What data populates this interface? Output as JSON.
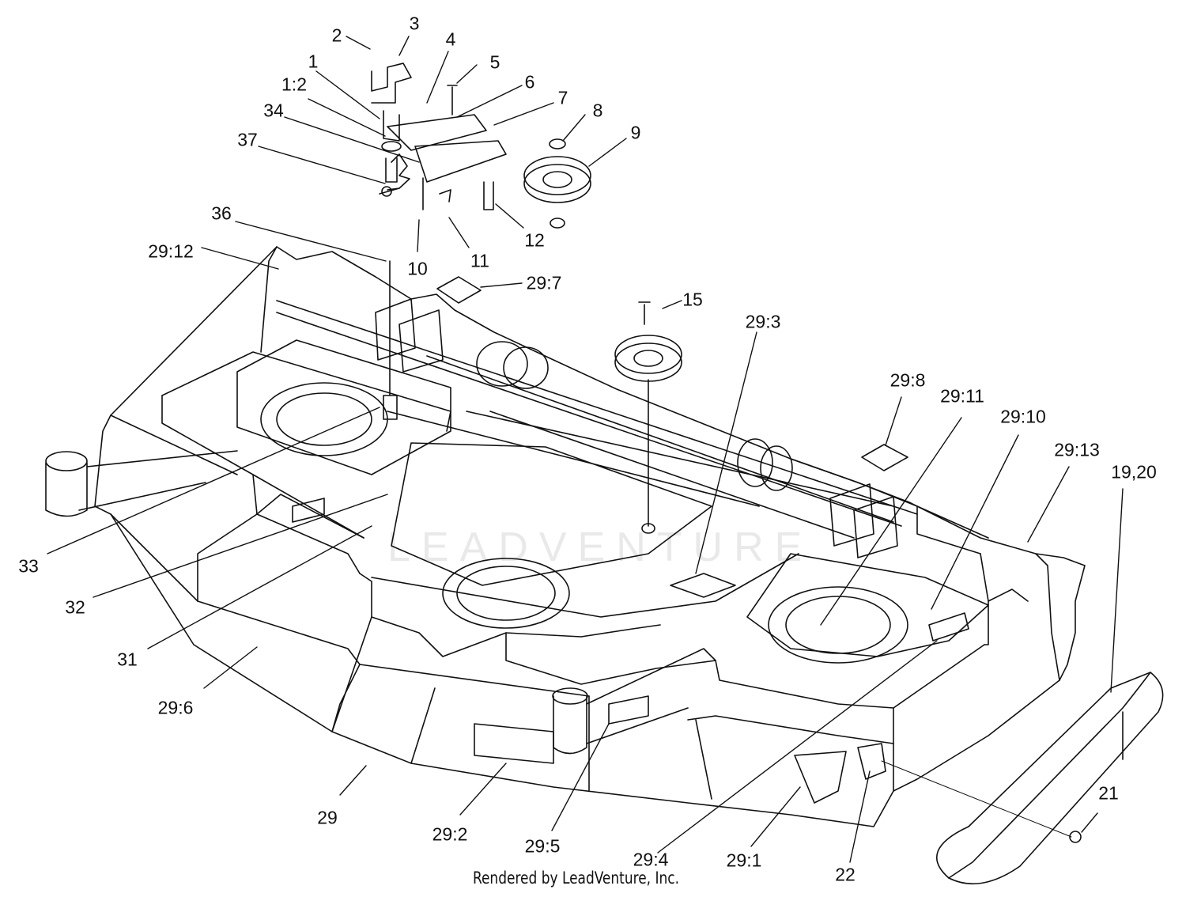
{
  "diagram": {
    "callouts": [
      "2",
      "3",
      "4",
      "5",
      "1",
      "1:2",
      "6",
      "7",
      "34",
      "8",
      "9",
      "37",
      "36",
      "10",
      "11",
      "12",
      "29:12",
      "29:7",
      "15",
      "29:3",
      "29:8",
      "29:11",
      "29:10",
      "29:13",
      "19,20",
      "33",
      "32",
      "31",
      "29:6",
      "21",
      "29",
      "29:2",
      "29:5",
      "29:4",
      "29:1",
      "22"
    ],
    "footer": "Rendered by LeadVenture, Inc.",
    "watermark": "LEADVENTURE"
  },
  "colors": {
    "ink": "#111111",
    "paper": "#ffffff",
    "watermark": "#e9e9e9"
  }
}
